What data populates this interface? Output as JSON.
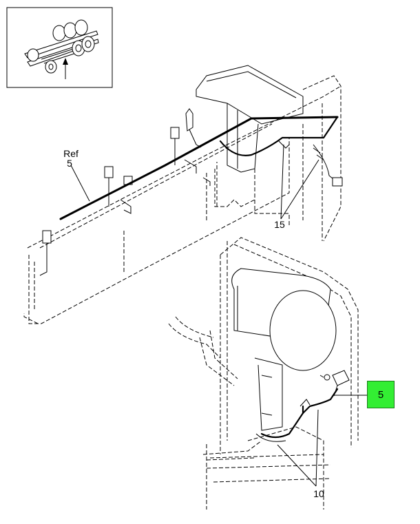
{
  "labels": {
    "ref_word": "Ref",
    "ref_number": "5",
    "callout_15": "15",
    "callout_10": "10",
    "highlighted_callout": "5"
  },
  "colors": {
    "highlight": "#33ee33",
    "line": "#000000",
    "background": "#ffffff"
  }
}
